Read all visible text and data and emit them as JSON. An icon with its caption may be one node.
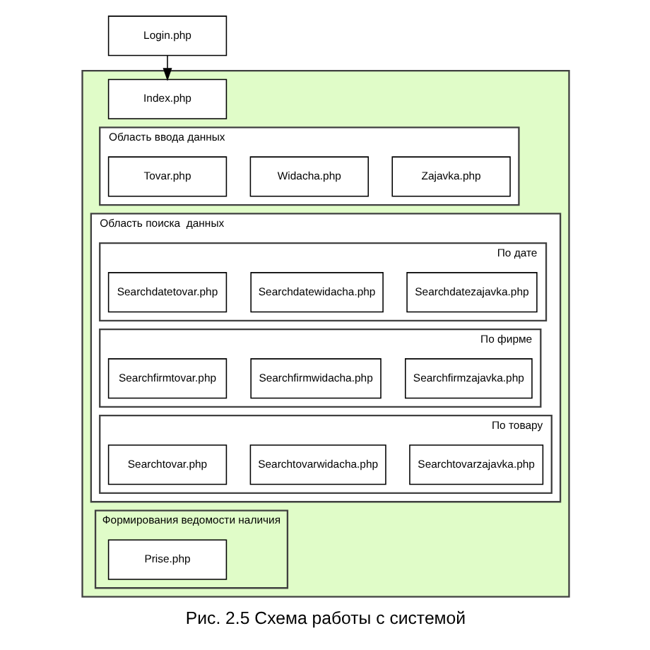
{
  "diagram": {
    "caption": "Рис. 2.5 Схема работы с системой",
    "nodes": [
      {
        "text": [
          "Login.php"
        ]
      },
      {
        "text": [],
        "shape": "box"
      },
      {
        "text": [
          "Index.php"
        ],
        "in": 1
      },
      {
        "text": [
          "Область ввода данных"
        ],
        "in": 1
      },
      {
        "text": [
          "Tovar.php"
        ],
        "in": 3
      },
      {
        "text": [
          "Widacha.php"
        ],
        "in": 3
      },
      {
        "text": [
          "Zajavka.php"
        ],
        "in": 3
      },
      {
        "text": [
          "Область поиска  данных"
        ],
        "in": 1
      },
      {
        "text": [
          "По дате"
        ],
        "in": 7
      },
      {
        "text": [
          "Searchdatetovar.php"
        ],
        "in": 8
      },
      {
        "text": [
          "Searchdatewidacha.php"
        ],
        "in": 8
      },
      {
        "text": [
          "Searchdatezajavka.php"
        ],
        "in": 8
      },
      {
        "text": [
          "По фирме"
        ],
        "in": 7
      },
      {
        "text": [
          "Searchfirmtovar.php"
        ],
        "in": 12
      },
      {
        "text": [
          "Searchfirmwidacha.php"
        ],
        "in": 12
      },
      {
        "text": [
          "Searchfirmzajavka.php"
        ],
        "in": 12
      },
      {
        "text": [
          "По товару"
        ],
        "in": 7
      },
      {
        "text": [
          "Searchtovar.php"
        ],
        "in": 16
      },
      {
        "text": [
          "Searchtovarwidacha.php"
        ],
        "in": 16
      },
      {
        "text": [
          "Searchtovarzajavka.php"
        ],
        "in": 16
      },
      {
        "text": [
          "Формирования ведомости наличия"
        ],
        "in": 1
      },
      {
        "text": [
          "Prise.php"
        ],
        "in": 20
      }
    ],
    "edges": [
      {
        "from": 0,
        "to": 2,
        "arrow": "to"
      }
    ]
  }
}
